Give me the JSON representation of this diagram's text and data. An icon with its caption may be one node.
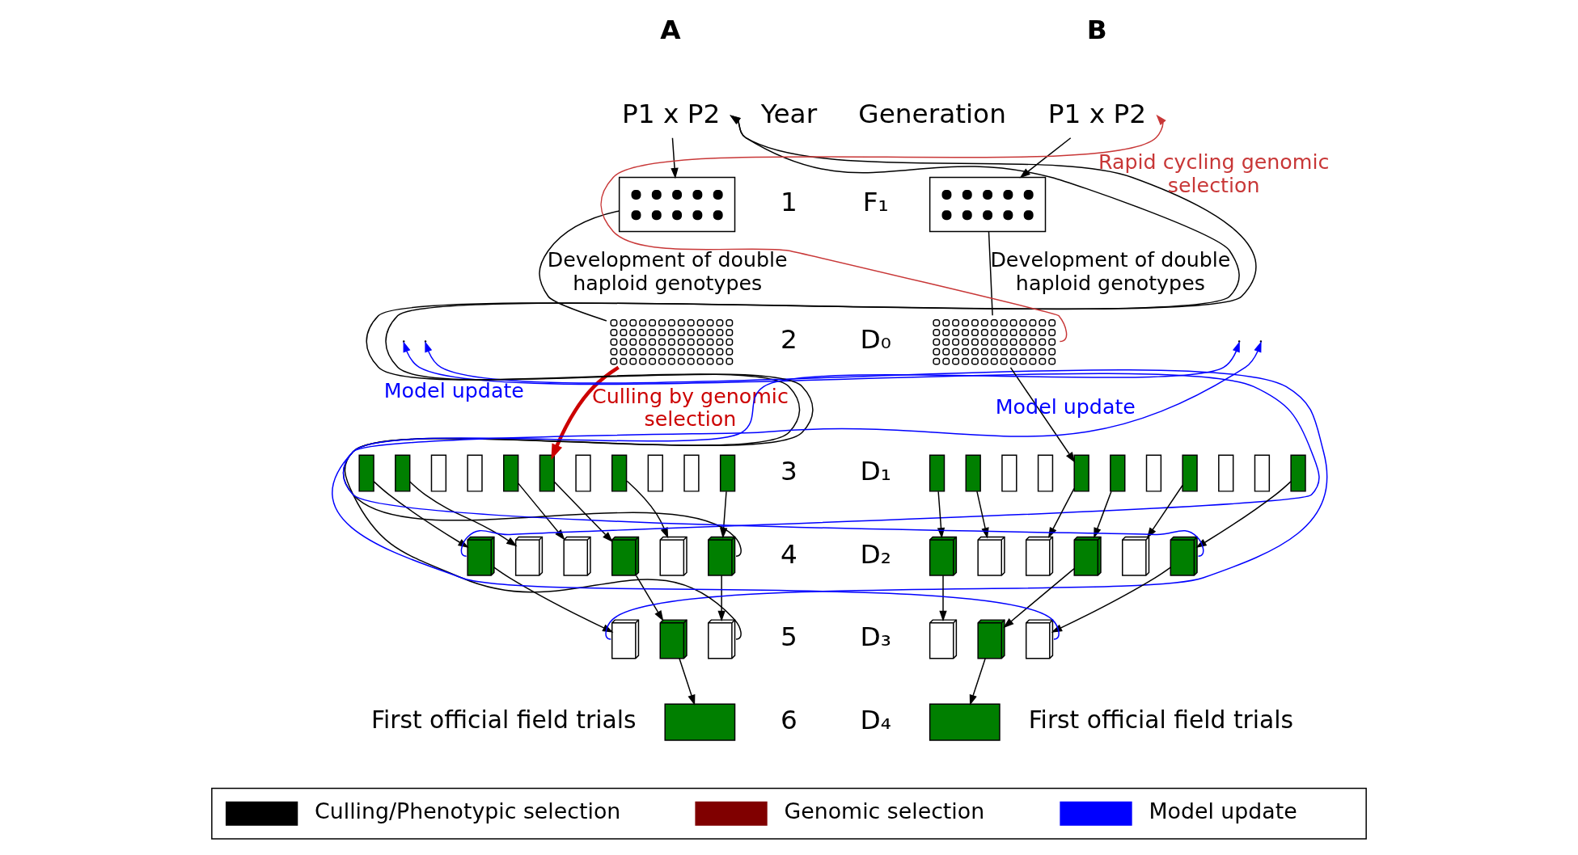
{
  "diagram": {
    "nodes": [
      {
        "text": [
          "P1 x P2"
        ]
      },
      {
        "text": [],
        "shape": "box"
      },
      {
        "text": [],
        "shape": "dots"
      },
      {
        "text": [],
        "shape": "bar"
      },
      {
        "text": [],
        "shape": "bar"
      },
      {
        "text": [],
        "shape": "bar"
      },
      {
        "text": [],
        "shape": "bar"
      },
      {
        "text": [],
        "shape": "bar"
      },
      {
        "text": [],
        "shape": "bar"
      },
      {
        "text": [],
        "shape": "bar"
      },
      {
        "text": [],
        "shape": "bar"
      },
      {
        "text": [],
        "shape": "bar"
      },
      {
        "text": [],
        "shape": "bar"
      },
      {
        "text": [],
        "shape": "bar"
      },
      {
        "text": [],
        "shape": "stack"
      },
      {
        "text": [],
        "shape": "stack"
      },
      {
        "text": [],
        "shape": "stack"
      },
      {
        "text": [],
        "shape": "stack"
      },
      {
        "text": [],
        "shape": "stack"
      },
      {
        "text": [],
        "shape": "stack"
      },
      {
        "text": [],
        "shape": "stack"
      },
      {
        "text": [],
        "shape": "stack"
      },
      {
        "text": [],
        "shape": "stack"
      },
      {
        "text": [],
        "shape": "box",
        "beside": [
          "First official field trials"
        ]
      },
      {
        "text": [
          "P1 x P2"
        ]
      },
      {
        "text": [],
        "shape": "box"
      },
      {
        "text": [],
        "shape": "dots"
      },
      {
        "text": [],
        "shape": "bar"
      },
      {
        "text": [],
        "shape": "bar"
      },
      {
        "text": [],
        "shape": "bar"
      },
      {
        "text": [],
        "shape": "bar"
      },
      {
        "text": [],
        "shape": "bar"
      },
      {
        "text": [],
        "shape": "bar"
      },
      {
        "text": [],
        "shape": "bar"
      },
      {
        "text": [],
        "shape": "bar"
      },
      {
        "text": [],
        "shape": "bar"
      },
      {
        "text": [],
        "shape": "bar"
      },
      {
        "text": [],
        "shape": "bar"
      },
      {
        "text": [],
        "shape": "stack"
      },
      {
        "text": [],
        "shape": "stack"
      },
      {
        "text": [],
        "shape": "stack"
      },
      {
        "text": [],
        "shape": "stack"
      },
      {
        "text": [],
        "shape": "stack"
      },
      {
        "text": [],
        "shape": "stack"
      },
      {
        "text": [],
        "shape": "stack"
      },
      {
        "text": [],
        "shape": "stack"
      },
      {
        "text": [],
        "shape": "stack"
      },
      {
        "text": [],
        "shape": "box",
        "beside": [
          "First official field trials"
        ]
      }
    ],
    "edges": [
      {
        "from": 0,
        "to": 1,
        "arrow": "to"
      },
      {
        "from": 1,
        "to": 2,
        "arrow": "none",
        "label": "Development of double haploid genotypes"
      },
      {
        "from": 2,
        "to": 8,
        "arrow": "to",
        "label": "Culling by genomic selection",
        "style": "thick",
        "color": "#cc0000"
      },
      {
        "from": 3,
        "to": 14,
        "arrow": "to"
      },
      {
        "from": 4,
        "to": 15,
        "arrow": "to"
      },
      {
        "from": 7,
        "to": 16,
        "arrow": "to"
      },
      {
        "from": 8,
        "to": 17,
        "arrow": "to"
      },
      {
        "from": 10,
        "to": 18,
        "arrow": "to"
      },
      {
        "from": 13,
        "to": 19,
        "arrow": "to"
      },
      {
        "from": 14,
        "to": 20,
        "arrow": "to"
      },
      {
        "from": 17,
        "to": 21,
        "arrow": "to"
      },
      {
        "from": 19,
        "to": 22,
        "arrow": "to"
      },
      {
        "from": 21,
        "to": 23,
        "arrow": "to"
      },
      {
        "from": 19,
        "to": 0,
        "arrow": "to"
      },
      {
        "from": 22,
        "to": 0,
        "arrow": "to"
      },
      {
        "from": 14,
        "to": null,
        "arrow": "to",
        "color": "#0000ff"
      },
      {
        "from": 20,
        "to": null,
        "arrow": "to",
        "color": "#0000ff",
        "label": "Model update"
      },
      {
        "from": 24,
        "to": 25,
        "arrow": "to"
      },
      {
        "from": 25,
        "to": 26,
        "arrow": "none",
        "label": "Development of double haploid genotypes"
      },
      {
        "from": 26,
        "to": 31,
        "arrow": "to"
      },
      {
        "from": 27,
        "to": 38,
        "arrow": "to"
      },
      {
        "from": 28,
        "to": 39,
        "arrow": "to"
      },
      {
        "from": 31,
        "to": 40,
        "arrow": "to"
      },
      {
        "from": 32,
        "to": 41,
        "arrow": "to"
      },
      {
        "from": 34,
        "to": 42,
        "arrow": "to"
      },
      {
        "from": 37,
        "to": 43,
        "arrow": "to"
      },
      {
        "from": 38,
        "to": 44,
        "arrow": "to"
      },
      {
        "from": 41,
        "to": 45,
        "arrow": "to"
      },
      {
        "from": 43,
        "to": 46,
        "arrow": "to"
      },
      {
        "from": 45,
        "to": 47,
        "arrow": "to"
      },
      {
        "from": 26,
        "to": 24,
        "arrow": "to",
        "label": "Rapid cycling genomic selection",
        "color": "#c83737"
      },
      {
        "from": 43,
        "to": null,
        "arrow": "to",
        "color": "#0000ff"
      },
      {
        "from": 46,
        "to": null,
        "arrow": "to",
        "color": "#0000ff",
        "label": "Model update"
      }
    ],
    "labels": [
      "A",
      "B",
      "Year",
      "Generation",
      "1",
      "F₁",
      "2",
      "D₀",
      "3",
      "D₁",
      "4",
      "D₂",
      "5",
      "D₃",
      "6",
      "D₄"
    ],
    "legend": [
      {
        "text": "Culling/Phenotypic selection"
      },
      {
        "text": "Genomic selection"
      },
      {
        "text": "Model update"
      }
    ]
  }
}
